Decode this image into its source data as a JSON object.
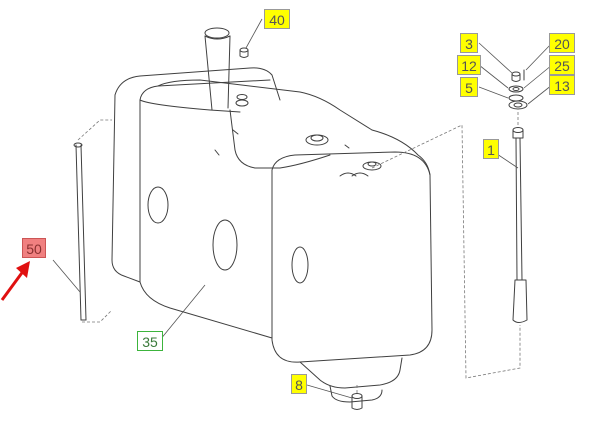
{
  "title": "",
  "colors": {
    "label_fill": "#ffff00",
    "highlight_fill": "#f08080",
    "assembly_border": "#3cb43c",
    "arrow": "#e01010",
    "line": "#404040"
  },
  "callouts": [
    {
      "id": "40",
      "style": "yellow"
    },
    {
      "id": "3",
      "style": "yellow"
    },
    {
      "id": "20",
      "style": "yellow"
    },
    {
      "id": "12",
      "style": "yellow"
    },
    {
      "id": "25",
      "style": "yellow"
    },
    {
      "id": "5",
      "style": "yellow"
    },
    {
      "id": "13",
      "style": "yellow"
    },
    {
      "id": "1",
      "style": "yellow"
    },
    {
      "id": "50",
      "style": "red"
    },
    {
      "id": "35",
      "style": "green"
    },
    {
      "id": "8",
      "style": "yellow"
    }
  ],
  "pointer": {
    "icon": "red-arrow-icon",
    "target": "50"
  }
}
